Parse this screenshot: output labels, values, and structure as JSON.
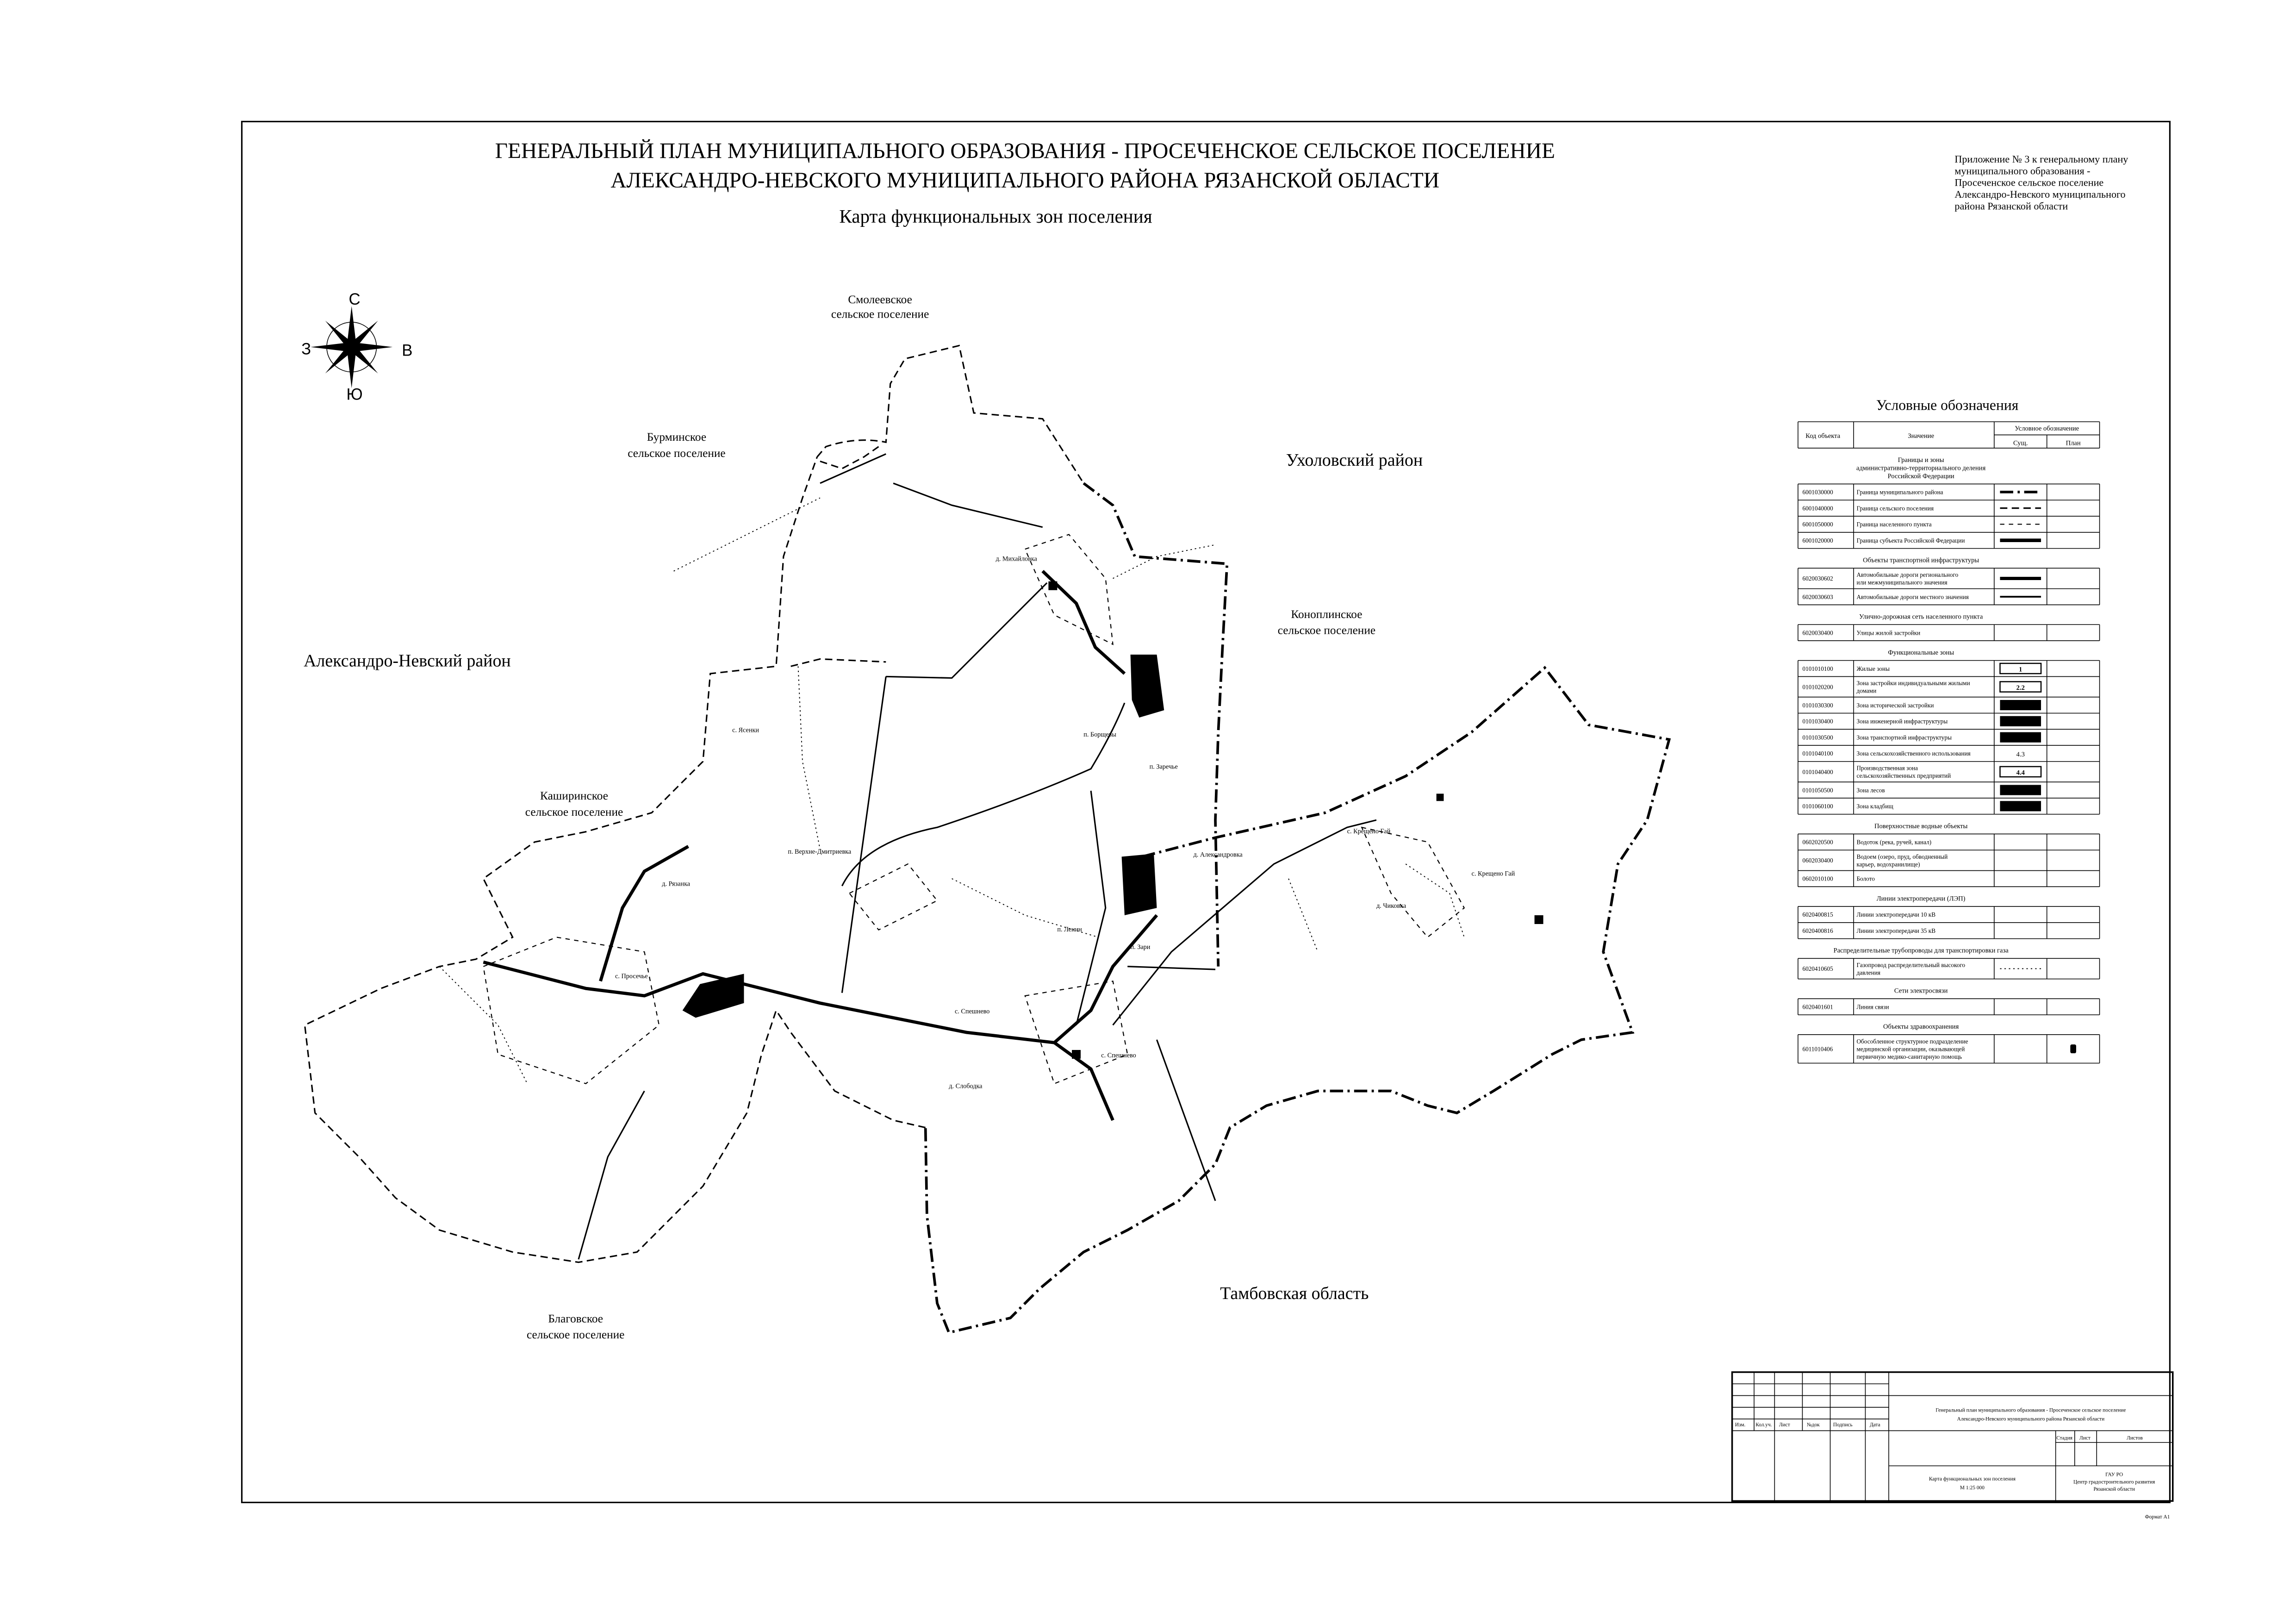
{
  "header": {
    "title_line1": "ГЕНЕРАЛЬНЫЙ ПЛАН МУНИЦИПАЛЬНОГО ОБРАЗОВАНИЯ - ПРОСЕЧЕНСКОЕ СЕЛЬСКОЕ ПОСЕЛЕНИЕ",
    "title_line2": "АЛЕКСАНДРО-НЕВСКОГО МУНИЦИПАЛЬНОГО РАЙОНА РЯЗАНСКОЙ ОБЛАСТИ",
    "subtitle": "Карта функциональных зон поселения"
  },
  "appendix_note": [
    "Приложение № 3 к генеральному плану",
    "муниципального образования -",
    "Просеченское сельское поселение",
    "Александро-Невского муниципального",
    "района Рязанской области"
  ],
  "compass": {
    "north": "С",
    "east": "В",
    "south": "Ю",
    "west": "З"
  },
  "map": {
    "regions": [
      {
        "id": "uholovsky",
        "text": [
          "Ухоловский район"
        ]
      },
      {
        "id": "aleksandro-nevsky",
        "text": [
          "Александро-Невский район"
        ]
      },
      {
        "id": "tambov",
        "text": [
          "Тамбовская область"
        ]
      }
    ],
    "neighbors": [
      {
        "id": "smoleevskoe",
        "text": [
          "Смолеевское",
          "сельское поселение"
        ]
      },
      {
        "id": "burminskoe",
        "text": [
          "Бурминское",
          "сельское поселение"
        ]
      },
      {
        "id": "konoplinskoe",
        "text": [
          "Коноплинское",
          "сельское поселение"
        ]
      },
      {
        "id": "kashirinskoe",
        "text": [
          "Каширинское",
          "сельское поселение"
        ]
      },
      {
        "id": "blagovskoe",
        "text": [
          "Благовское",
          "сельское поселение"
        ]
      }
    ],
    "places": [
      "д. Михайловка",
      "с. Ясенки",
      "п. Борщевы",
      "п. Заречье",
      "п. Верхне-Дмитриевка",
      "д. Рязанка",
      "с. Просечье",
      "п. Ленин",
      "п. Зари",
      "с. Спешнево",
      "с. Спешнево",
      "д. Слободка",
      "д. Александровка",
      "с. Крещено Гай",
      "с. Крещено Гай",
      "д. Чиковка"
    ]
  },
  "legend": {
    "title": "Условные обозначения",
    "col_code": "Код объекта",
    "col_name": "Значение",
    "col_symbol": "Условное обозначение",
    "col_existing": "Сущ.",
    "col_planned": "План",
    "sections": [
      {
        "title": [
          "Границы и зоны",
          "административно-территориального деления",
          "Российской Федерации"
        ],
        "rows": [
          {
            "code": "6001030000",
            "label": [
              "Граница муниципального района"
            ],
            "symbol": "dash-dot"
          },
          {
            "code": "6001040000",
            "label": [
              "Граница сельского поселения"
            ],
            "symbol": "dash"
          },
          {
            "code": "6001050000",
            "label": [
              "Граница населенного пункта"
            ],
            "symbol": "thin-dash"
          },
          {
            "code": "6001020000",
            "label": [
              "Граница субъекта Российской Федерации"
            ],
            "symbol": "thick"
          }
        ]
      },
      {
        "title": [
          "Объекты транспортной инфраструктуры"
        ],
        "rows": [
          {
            "code": "6020030602",
            "label": [
              "Автомобильные дороги регионального",
              "или межмуниципального значения"
            ],
            "symbol": "road"
          },
          {
            "code": "6020030603",
            "label": [
              "Автомобильные дороги местного значения"
            ],
            "symbol": "line"
          }
        ]
      },
      {
        "title": [
          "Улично-дорожная сеть населенного пункта"
        ],
        "rows": [
          {
            "code": "6020030400",
            "label": [
              "Улицы жилой застройки"
            ],
            "symbol": "none"
          }
        ]
      },
      {
        "title": [
          "Функциональные зоны"
        ],
        "rows": [
          {
            "code": "0101010100",
            "label": [
              "Жилые зоны"
            ],
            "symbol": "box",
            "box_text": "1"
          },
          {
            "code": "0101020200",
            "label": [
              "Зона застройки индивидуальными жилыми",
              "домами"
            ],
            "symbol": "box",
            "box_text": "2.2"
          },
          {
            "code": "0101030300",
            "label": [
              "Зона исторической застройки"
            ],
            "symbol": "fill"
          },
          {
            "code": "0101030400",
            "label": [
              "Зона инженерной инфраструктуры"
            ],
            "symbol": "fill"
          },
          {
            "code": "0101030500",
            "label": [
              "Зона транспортной инфраструктуры"
            ],
            "symbol": "fill"
          },
          {
            "code": "0101040100",
            "label": [
              "Зона сельскохозяйственного использования"
            ],
            "symbol": "text",
            "box_text": "4.3"
          },
          {
            "code": "0101040400",
            "label": [
              "Производственная зона",
              "сельскохозяйственных предприятий"
            ],
            "symbol": "box",
            "box_text": "4.4"
          },
          {
            "code": "0101050500",
            "label": [
              "Зона лесов"
            ],
            "symbol": "fill"
          },
          {
            "code": "0101060100",
            "label": [
              "Зона кладбищ"
            ],
            "symbol": "fill"
          }
        ]
      },
      {
        "title": [
          "Поверхностные водные объекты"
        ],
        "rows": [
          {
            "code": "0602020500",
            "label": [
              "Водоток (река, ручей, канал)"
            ],
            "symbol": "none"
          },
          {
            "code": "0602030400",
            "label": [
              "Водоем (озеро, пруд, обводненный",
              "карьер, водохранилище)"
            ],
            "symbol": "none"
          },
          {
            "code": "0602010100",
            "label": [
              "Болото"
            ],
            "symbol": "none"
          }
        ]
      },
      {
        "title": [
          "Линии электропередачи (ЛЭП)"
        ],
        "rows": [
          {
            "code": "6020400815",
            "label": [
              "Линии электропередачи 10 кВ"
            ],
            "symbol": "none"
          },
          {
            "code": "6020400816",
            "label": [
              "Линии электропередачи 35 кВ"
            ],
            "symbol": "none"
          }
        ]
      },
      {
        "title": [
          "Распределительные трубопроводы для транспортировки газа"
        ],
        "rows": [
          {
            "code": "6020410605",
            "label": [
              "Газопровод распределительный высокого",
              "давления"
            ],
            "symbol": "dotted"
          }
        ]
      },
      {
        "title": [
          "Сети электросвязи"
        ],
        "rows": [
          {
            "code": "6020401601",
            "label": [
              "Линия связи"
            ],
            "symbol": "none"
          }
        ]
      },
      {
        "title": [
          "Объекты здравоохранения"
        ],
        "rows": [
          {
            "code": "6011010406",
            "label": [
              "Обособленное структурное подразделение",
              "медицинской организации, оказывающей",
              "первичную медико-санитарную помощь"
            ],
            "symbol": "marker-plan"
          }
        ]
      }
    ]
  },
  "title_block": {
    "col_headers": [
      "Изм.",
      "Кол.уч.",
      "Лист",
      "№док",
      "Подпись",
      "Дата"
    ],
    "project_title": [
      "Генеральный план муниципального образования - Просеченское сельское поселение",
      "Александро-Невского муниципального района Рязанской области"
    ],
    "stage_headers": [
      "Стадия",
      "Лист",
      "Листов"
    ],
    "sheet_title": [
      "Карта функциональных зон поселения",
      "М 1:25 000"
    ],
    "organization": [
      "ГАУ РО",
      "Центр градостроительного развития",
      "Рязанской области"
    ],
    "format": "Формат А1"
  }
}
